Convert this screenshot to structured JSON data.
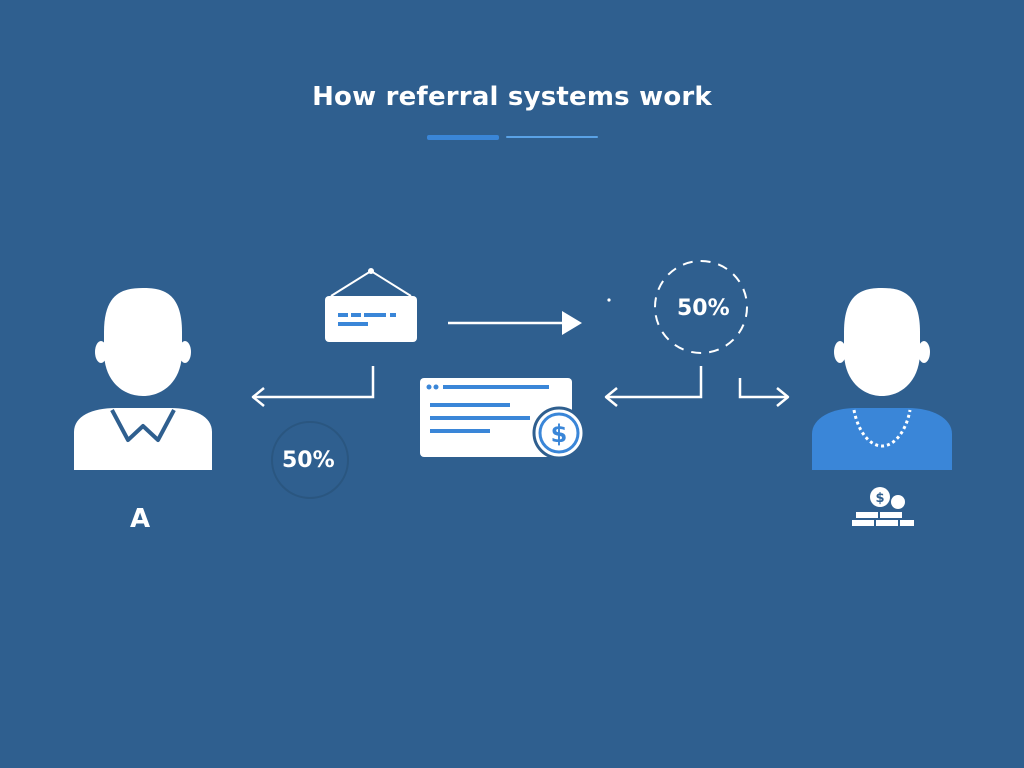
{
  "title": "How referral systems work",
  "referrer": {
    "label": "A"
  },
  "share_right": {
    "value": "50%"
  },
  "share_left": {
    "value": "50%"
  },
  "colors": {
    "background": "#2f5f8f",
    "accent": "#3a86d8",
    "white": "#ffffff",
    "line_accent": "#5aa2e6"
  },
  "icons": {
    "referrer": "person-icon",
    "referee": "person-with-necklace-icon",
    "sign": "hanging-sign-icon",
    "invoice": "payment-card-icon",
    "dollar": "dollar-coin-icon",
    "coins": "coin-stack-icon"
  }
}
